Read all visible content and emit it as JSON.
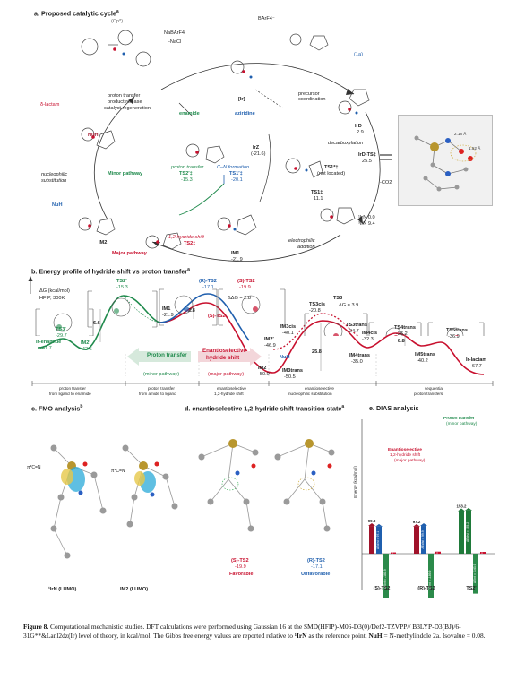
{
  "panel_a": {
    "title": "a. Proposed catalytic cycle",
    "title_sup": "a",
    "cp_label": "(Cp*)",
    "reagent": "NaBArF4",
    "byproduct": "-NaCl",
    "barf": "BArF4⁻",
    "substrate_label": "(1a)",
    "catalyst_center": "[Ir]",
    "precursor": "precursor coordination",
    "left_top": [
      "proton transfer",
      "product release",
      "catalyst regeneration"
    ],
    "delta_lactam": "δ-lactam",
    "enamide": "enamide",
    "aziridine": "aziridine",
    "IrD": "IrD",
    "IrD_val": "2.9",
    "decarboxylation": "decarboxylation",
    "IrD_TS": "IrD-TS‡",
    "IrD_TS_val": "25.5",
    "TS1star": "TS1*‡",
    "TS1star_note": "(not located)",
    "co2": "-CO2",
    "TS1": "TS1‡",
    "TS1_val": "11.1",
    "IrN_line1": "¹IrN 0.0",
    "IrN_line2": "³IrN 9.4",
    "electrophilic": [
      "electrophilic",
      "addition"
    ],
    "IrZ": "IrZ",
    "IrZ_val": "(-21.6)",
    "CN_formation": "C–N formation",
    "TS1prime": "TS1′‡",
    "TS1prime_val": "-20.1",
    "proton_transfer": "proton transfer",
    "TS2prime": "TS2′‡",
    "TS2prime_val": "-15.3",
    "minor": "Minor pathway",
    "major": "Major pathway",
    "IM1": "IM1",
    "IM1_val": "-21.9",
    "IM2": "IM2",
    "hydride": "1,2-hydride shift",
    "TS2": "TS2‡",
    "nucleophilic": [
      "nucleophilic",
      "substitution"
    ],
    "NuH": "NuH",
    "NuH2": "NuH",
    "distances": [
      "2.18 Å",
      "1.52 Å"
    ]
  },
  "panel_b": {
    "title": "b. Energy profile of hydride shift vs proton transfer",
    "title_sup": "a",
    "axis_label": "ΔG (kcal/mol)",
    "conditions": "HFIP, 300K",
    "levels": [
      {
        "name": "Ir-enamide",
        "value": "-41.7"
      },
      {
        "name": "TS3′",
        "value": "-29.7"
      },
      {
        "name": "IM2′",
        "value": "-42.6"
      },
      {
        "name": "TS2′",
        "value": "-15.3"
      },
      {
        "name": "IM1",
        "value": "-21.9"
      },
      {
        "name": "(R)-TS2",
        "value": "-17.1"
      },
      {
        "name": "(S)-TS2",
        "value": "-19.9"
      },
      {
        "name": "IM2",
        "value": "-50.0"
      },
      {
        "name": "IM2′",
        "value": "-46.9"
      },
      {
        "name": "IM3cis",
        "value": "-40.1"
      },
      {
        "name": "IM3trans",
        "value": "-50.5"
      },
      {
        "name": "TS3cis",
        "value": "-20.8"
      },
      {
        "name": "TS3",
        "value": ""
      },
      {
        "name": "TS3trans",
        "value": "-24.7"
      },
      {
        "name": "IM4cis",
        "value": "-32.3"
      },
      {
        "name": "IM4trans",
        "value": "-35.0"
      },
      {
        "name": "TS4trans",
        "value": "-26.2"
      },
      {
        "name": "IM5trans",
        "value": "-40.2"
      },
      {
        "name": "TS5trans",
        "value": "-36.9"
      },
      {
        "name": "Ir-lactam",
        "value": "-67.7"
      }
    ],
    "gap_labels": [
      "6.6",
      "2.8",
      "25.8",
      "8.8"
    ],
    "ddg1": "ΔΔG = 2.8",
    "ddg2": "ΔG = 3.9",
    "arrow_left": "Proton transfer",
    "arrow_right": [
      "Enantioselective",
      "hydride shift"
    ],
    "minor": "(minor pathway)",
    "major": "(major pathway)",
    "nuh": "NuH",
    "stages": [
      [
        "proton transfer",
        "from ligand to enamide"
      ],
      [
        "proton transfer",
        "from amide to ligand"
      ],
      [
        "enantioselective",
        "1,2-hydride shift"
      ],
      [
        "enantioselective",
        "nucleophilic substitution"
      ],
      [
        "sequential",
        "proton transfers"
      ]
    ]
  },
  "panel_c": {
    "title": "c. FMO analysis",
    "title_sup": "b",
    "labels": [
      "¹IrN (LUMO)",
      "IM2 (LUMO)"
    ],
    "orb1": "π*C=N",
    "orb2": "π*C=N"
  },
  "panel_d": {
    "title": "d. enantioselective 1,2-hydride shift transition state",
    "title_sup": "a",
    "left": {
      "name": "(S)-TS2",
      "value": "-19.9",
      "verdict": "Favorable"
    },
    "right": {
      "name": "(R)-TS2",
      "value": "-17.1",
      "verdict": "Unfavorable"
    }
  },
  "panel_e": {
    "title": "e. DIAS analysis",
    "ylabel": "Energy (kcal/mol)",
    "legend_red": [
      "Enantioselective",
      "1,2-hydride shift",
      "(major pathway)"
    ],
    "legend_green": [
      "Proton transfer",
      "(minor pathway)"
    ]
  },
  "chart_data": {
    "type": "bar",
    "title": "e. DIAS analysis",
    "ylabel": "Energy (kcal/mol)",
    "categories": [
      "(S)-TS2",
      "(R)-TS2",
      "TS2′"
    ],
    "series": [
      {
        "name": "ΔE‡dist(Ir-complex)",
        "values": [
          99.8,
          97.2,
          153.2
        ]
      },
      {
        "name": "ΔE‡dist(substrate)",
        "values": [
          97.1,
          99.9,
          155.2
        ]
      },
      {
        "name": "ΔE‡int",
        "values": [
          -181.9,
          -189.9,
          -143.9
        ]
      },
      {
        "name": "ΔE‡",
        "values": [
          4.7,
          7.3,
          6.4
        ]
      }
    ],
    "bar_labels": [
      [
        "99.8",
        "ΔEdist = 97.1",
        "ΔEint = -181.9",
        "ΔE = 4.7"
      ],
      [
        "97.2",
        "ΔEdist = 99.9",
        "ΔEint = -189.9",
        "ΔE = 7.3"
      ],
      [
        "153.2",
        "ΔEdist = 155.2",
        "ΔEint = -143.9",
        "ΔE = 6.4"
      ]
    ]
  },
  "caption": {
    "fig": "Figure 8.",
    "text": " Computational mechanistic studies. DFT calculations were performed using Gaussian 16 at the SMD(HFIP)-M06-D3(0)/Def2-TZVPP// B3LYP-D3(BJ)/6-31G**&Lanl2dz(Ir) level of theory, in kcal/mol. ",
    "note_a": "The Gibbs free energy values are reported relative to ",
    "irn": "¹IrN",
    "note_a2": " as the reference point, ",
    "nuh": "NuH",
    "note_nuh": " = N-methylindole 2a. ",
    "note_b": "Isovalue = 0.08."
  }
}
